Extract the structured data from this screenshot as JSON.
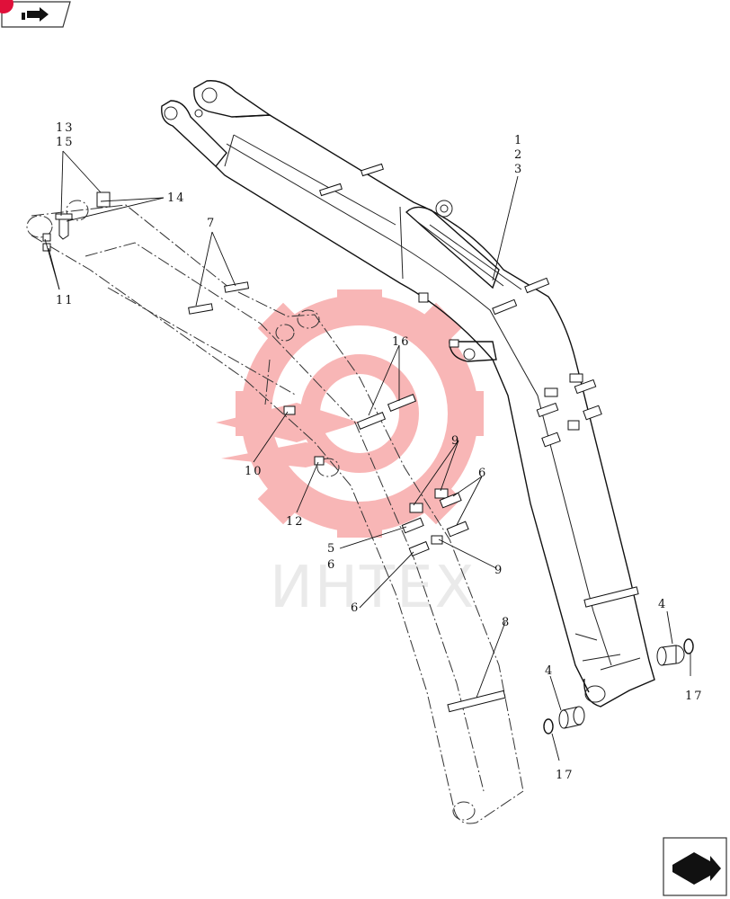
{
  "watermark": {
    "text": "ИНТЕХ",
    "color": "#f47b7b"
  },
  "nav": {
    "top_icon": "prev-page-arrow-icon",
    "bottom_icon": "next-page-arrow-icon",
    "badge_color": "#e0103a"
  },
  "callouts": {
    "c1": "1",
    "c2": "2",
    "c3": "3",
    "c4a": "4",
    "c4b": "4",
    "c5": "5",
    "c6a": "6",
    "c6b": "6",
    "c6c": "6",
    "c7": "7",
    "c8": "8",
    "c9a": "9",
    "c9b": "9",
    "c10": "10",
    "c11": "11",
    "c12": "12",
    "c13": "13",
    "c14": "14",
    "c15": "15",
    "c16": "16",
    "c17a": "17",
    "c17b": "17"
  }
}
